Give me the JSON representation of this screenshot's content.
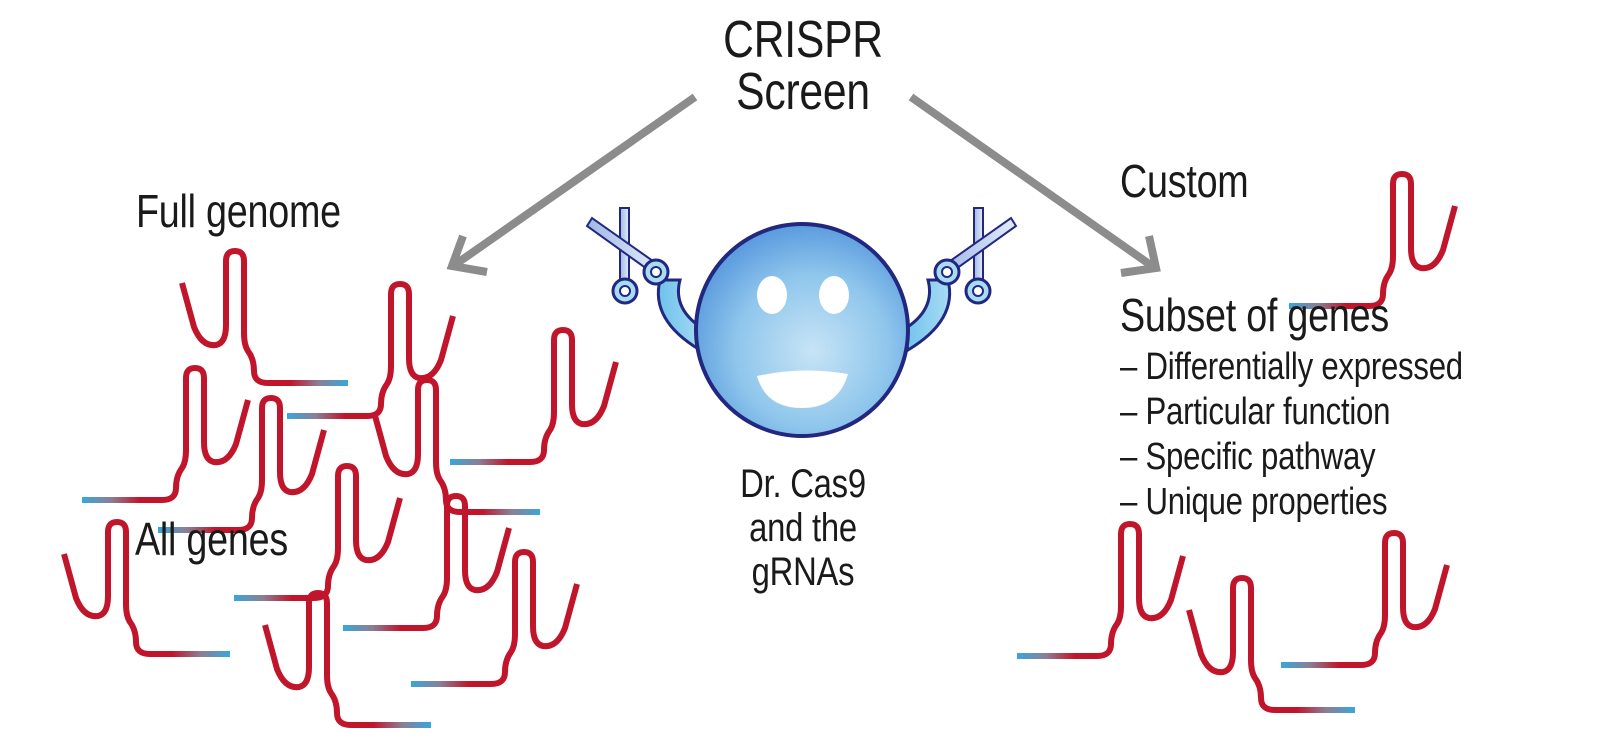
{
  "title_lines": [
    "CRISPR",
    "Screen"
  ],
  "left_branch": {
    "label": "Full genome",
    "sublabel": "All genes"
  },
  "center": {
    "mascot_name_lines": [
      "Dr. Cas9",
      "and the",
      "gRNAs"
    ],
    "mascot_icon": "smiley-scissors-icon"
  },
  "right_branch": {
    "label": "Custom",
    "sublabel": "Subset of genes",
    "criteria": [
      "– Differentially expressed",
      "– Particular function",
      "– Specific pathway",
      "– Unique properties"
    ]
  },
  "colors": {
    "grna_red": "#c0152a",
    "grna_blue": "#3aa6dc",
    "arrow_gray": "#8c8c8c",
    "mascot_outline": "#22287f",
    "mascot_fill": "#8fc6ec",
    "text": "#1a1a1a"
  }
}
